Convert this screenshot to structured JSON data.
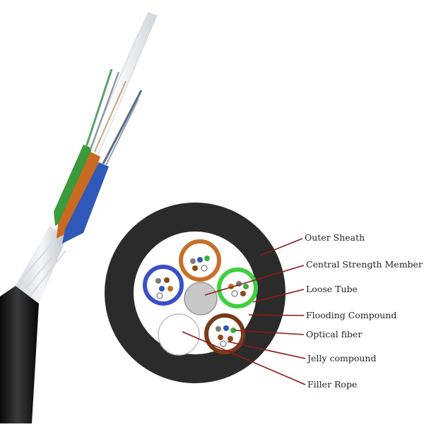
{
  "labels": {
    "outer_sheath": "Outer Sheath",
    "central_strength_member": "Central Strength Member",
    "loose_tube": "Loose Tube",
    "flooding_compound": "Flooding Compound",
    "optical_fiber": "Optical fiber",
    "jelly_compound": "Jelly compound",
    "filler_rope": "Filler Rope"
  },
  "colors": {
    "sheath": "#2b2b2b",
    "leader_line": "#8b1a1a",
    "tube_orange": "#c8702a",
    "tube_blue": "#3a4fc8",
    "tube_green": "#3fcf3f",
    "tube_brown": "#7a3a1a",
    "central_member": "#c8c8c8"
  }
}
